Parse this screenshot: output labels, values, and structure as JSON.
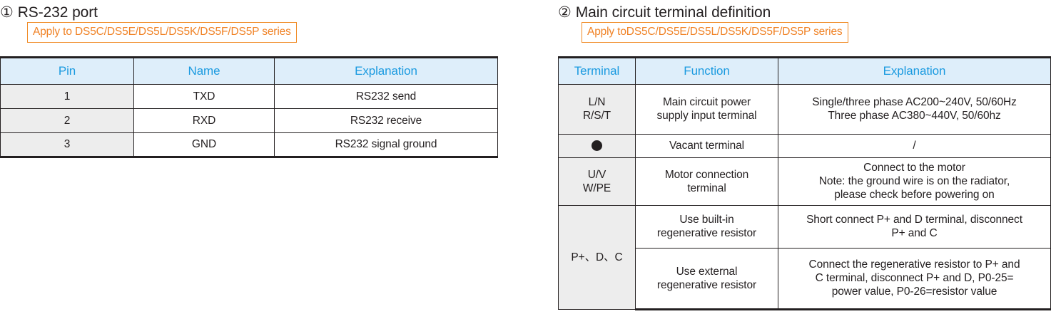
{
  "sections": [
    {
      "number": "①",
      "title": "RS-232 port",
      "apply_note": "Apply to DS5C/DS5E/DS5L/DS5K/DS5F/DS5P series",
      "table": {
        "headers": [
          "Pin",
          "Name",
          "Explanation"
        ],
        "rows": [
          {
            "pin": "1",
            "name": "TXD",
            "explanation": "RS232 send"
          },
          {
            "pin": "2",
            "name": "RXD",
            "explanation": "RS232 receive"
          },
          {
            "pin": "3",
            "name": "GND",
            "explanation": "RS232 signal ground"
          }
        ]
      }
    },
    {
      "number": "②",
      "title": "Main circuit terminal definition",
      "apply_note": "Apply toDS5C/DS5E/DS5L/DS5K/DS5F/DS5P series",
      "table": {
        "headers": [
          "Terminal",
          "Function",
          "Explanation"
        ],
        "rows": [
          {
            "terminal_line1": "L/N",
            "terminal_line2": "R/S/T",
            "function_line1": "Main circuit power",
            "function_line2": "supply input terminal",
            "explanation_line1": "Single/three phase AC200~240V, 50/60Hz",
            "explanation_line2": "Three phase AC380~440V, 50/60hz"
          },
          {
            "terminal_icon": "filled-circle",
            "function_line1": "Vacant terminal",
            "explanation_line1": "/"
          },
          {
            "terminal_line1": "U/V",
            "terminal_line2": "W/PE",
            "function_line1": "Motor connection",
            "function_line2": "terminal",
            "explanation_line1": "Connect to the motor",
            "explanation_line2": "Note: the ground wire is on the radiator,",
            "explanation_line3": "please check before powering on"
          },
          {
            "terminal_line1": "P+、D、C",
            "sub_rows": [
              {
                "function_line1": "Use built-in",
                "function_line2": "regenerative resistor",
                "explanation_line1": "Short connect P+ and D terminal, disconnect",
                "explanation_line2": "P+ and C"
              },
              {
                "function_line1": "Use external",
                "function_line2": "regenerative resistor",
                "explanation_line1": "Connect the regenerative resistor to P+ and",
                "explanation_line2": "C terminal, disconnect P+ and D, P0-25=",
                "explanation_line3": "power value, P0-26=resistor value"
              }
            ]
          }
        ]
      }
    }
  ],
  "colors": {
    "header_bg": "#deeefa",
    "header_text": "#1a9ae0",
    "shade_bg": "#ededed",
    "accent_orange": "#f08225",
    "border": "#231f20"
  }
}
